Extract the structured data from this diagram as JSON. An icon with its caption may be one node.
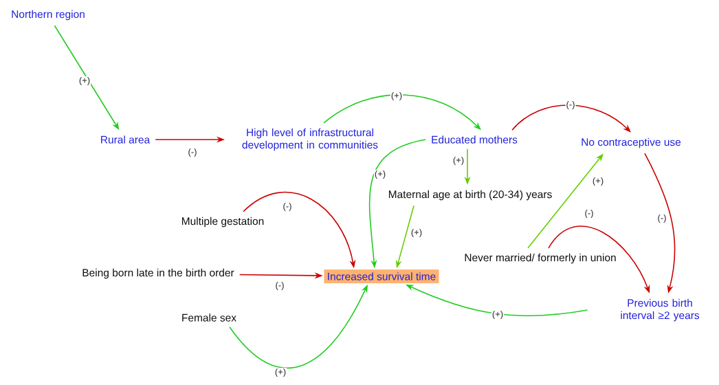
{
  "diagram": {
    "nodes": [
      {
        "text": [
          "Northern region"
        ]
      },
      {
        "text": [
          "Rural area"
        ]
      },
      {
        "text": [
          "High level of infrastructural development in communities"
        ]
      },
      {
        "text": [
          "Educated mothers"
        ]
      },
      {
        "text": [
          "No contraceptive use"
        ]
      },
      {
        "text": [
          "Maternal age at birth (20-34) years"
        ]
      },
      {
        "text": [
          "Multiple gestation"
        ]
      },
      {
        "text": [
          "Never married/ formerly in union"
        ]
      },
      {
        "text": [
          "Being born late in the birth order"
        ]
      },
      {
        "text": [
          "Increased survival time"
        ]
      },
      {
        "text": [
          "Female sex"
        ]
      },
      {
        "text": [
          "Previous birth interval ≥2 years"
        ]
      }
    ],
    "edges": [
      {
        "from": 0,
        "to": 1,
        "arrow": "to",
        "label": "(+)",
        "color": "#22cc22"
      },
      {
        "from": 1,
        "to": 2,
        "arrow": "to",
        "label": "(-)",
        "color": "#cc0000"
      },
      {
        "from": 2,
        "to": 3,
        "arrow": "to",
        "label": "(+)",
        "color": "#22cc22"
      },
      {
        "from": 3,
        "to": 4,
        "arrow": "to",
        "label": "(-)",
        "color": "#cc0000"
      },
      {
        "from": 3,
        "to": 5,
        "arrow": "to",
        "label": "(+)",
        "color": "#66cc00"
      },
      {
        "from": 3,
        "to": 9,
        "arrow": "to",
        "label": "(+)",
        "color": "#22cc22"
      },
      {
        "from": 5,
        "to": 9,
        "arrow": "to",
        "label": "(+)",
        "color": "#66cc00"
      },
      {
        "from": 6,
        "to": 9,
        "arrow": "to",
        "label": "(-)",
        "color": "#cc0000"
      },
      {
        "from": 8,
        "to": 9,
        "arrow": "to",
        "label": "(-)",
        "color": "#cc0000"
      },
      {
        "from": 10,
        "to": 9,
        "arrow": "to",
        "label": "(+)",
        "color": "#22cc22"
      },
      {
        "from": 7,
        "to": 4,
        "arrow": "to",
        "label": "(+)",
        "color": "#66cc00"
      },
      {
        "from": 7,
        "to": 11,
        "arrow": "to",
        "label": "(-)",
        "color": "#cc0000"
      },
      {
        "from": 4,
        "to": 11,
        "arrow": "to",
        "label": "(-)",
        "color": "#cc0000"
      },
      {
        "from": 11,
        "to": 9,
        "arrow": "to",
        "label": "(+)",
        "color": "#22cc22"
      }
    ]
  }
}
